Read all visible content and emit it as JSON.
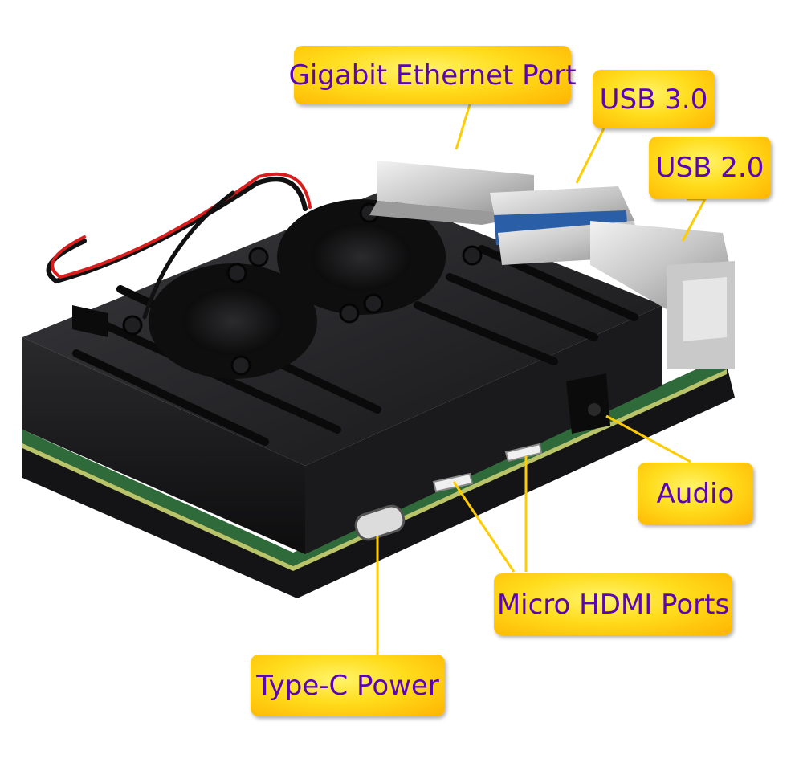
{
  "labels": {
    "ethernet": "Gigabit Ethernet Port",
    "usb3": "USB 3.0",
    "usb2": "USB 2.0",
    "audio": "Audio",
    "hdmi": "Micro HDMI Ports",
    "typec": "Type-C Power"
  },
  "colors": {
    "callout_text": "#5a06b8",
    "callout_fill": "#ffd21a",
    "leader_line": "#ffcc00",
    "case_body": "#1c1c1e",
    "pcb": "#2f6a3a"
  }
}
